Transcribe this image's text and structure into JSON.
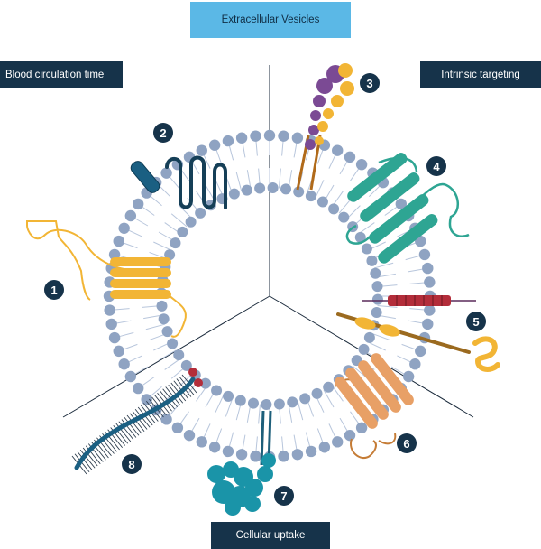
{
  "title": "Extracellular Vesicles",
  "sections": {
    "blood_circulation": "Blood circulation time",
    "intrinsic_targeting": "Intrinsic targeting",
    "cellular_uptake": "Cellular uptake"
  },
  "markers": [
    "1",
    "2",
    "3",
    "4",
    "5",
    "6",
    "7",
    "8"
  ],
  "colors": {
    "title_bg": "#5bb8e6",
    "section_bg": "#16334a",
    "lipid_head": "#8fa3c2",
    "protein_yellow": "#f2b535",
    "protein_teal": "#2ea593",
    "protein_purple": "#7b4a94",
    "protein_orange": "#e8a066",
    "protein_navy": "#1a5f82",
    "protein_red": "#b32d3a"
  }
}
